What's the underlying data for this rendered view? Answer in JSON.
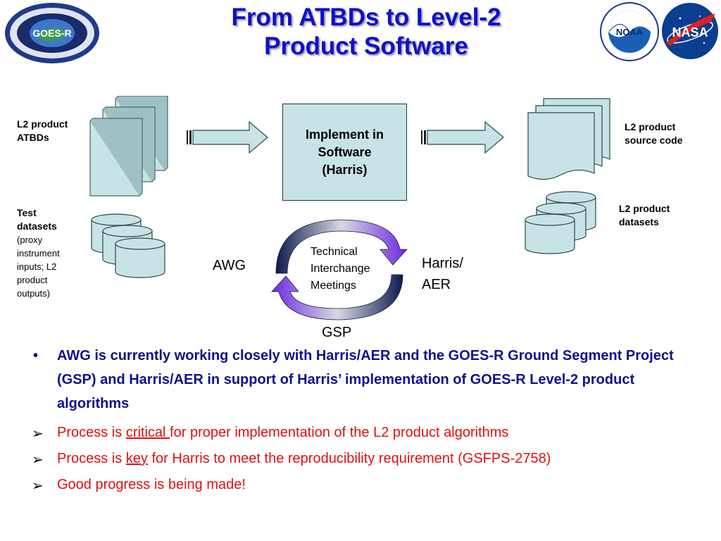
{
  "header": {
    "title_line1": "From ATBDs  to  Level-2",
    "title_line2": "Product Software",
    "goes_logo_text": "GOES-R",
    "noaa_logo_text": "NOAA",
    "nasa_logo_text": "NASA"
  },
  "diagram": {
    "atbds_label_line1": "L2 product",
    "atbds_label_line2": "ATBDs",
    "test_label_line1": "Test",
    "test_label_line2": "datasets",
    "test_label_rest": [
      "(proxy",
      "instrument",
      "inputs; L2",
      "product",
      "outputs)"
    ],
    "implement_line1": "Implement in",
    "implement_line2": "Software",
    "implement_line3": "(Harris)",
    "source_label_line1": "L2 product",
    "source_label_line2": "source  code",
    "datasets_label_line1": "L2 product",
    "datasets_label_line2": "datasets",
    "tim_line1": "Technical",
    "tim_line2": "Interchange",
    "tim_line3": "Meetings",
    "awg": "AWG",
    "harris_line1": "Harris/",
    "harris_line2": "AER",
    "gsp": "GSP"
  },
  "bullets": {
    "main": "AWG  is currently working closely with Harris/AER and the GOES-R Ground Segment Project (GSP) and Harris/AER in support of Harris’ implementation of GOES-R Level-2 product algorithms",
    "b1_pre": "Process is ",
    "b1_u": "critical ",
    "b1_post": "for proper implementation of the L2 product algorithms",
    "b2_pre": "Process is ",
    "b2_u": "key",
    "b2_post": " for Harris to meet the reproducibility requirement (GSFPS-2758)",
    "b3": "Good progress is being made!"
  },
  "colors": {
    "title": "#1010c8",
    "doc_fill": "#c7e3e5",
    "bullet_main": "#101090",
    "bullet_sub": "#e01010"
  }
}
